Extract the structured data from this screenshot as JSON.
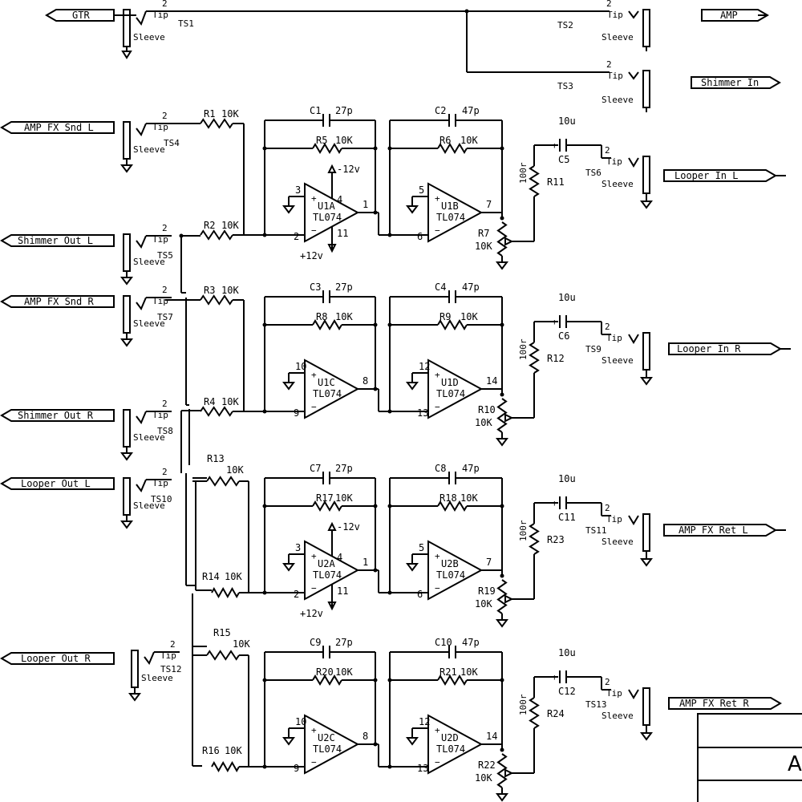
{
  "ports": {
    "gtr": "GTR",
    "amp": "AMP",
    "shimmer_in": "Shimmer In",
    "amp_fx_snd_l": "AMP FX Snd L",
    "shimmer_out_l": "Shimmer Out L",
    "amp_fx_snd_r": "AMP FX Snd R",
    "shimmer_out_r": "Shimmer Out R",
    "looper_out_l": "Looper Out L",
    "looper_out_r": "Looper Out R",
    "looper_in_l": "Looper In L",
    "looper_in_r": "Looper In R",
    "amp_fx_ret_l": "AMP FX Ret L",
    "amp_fx_ret_r": "AMP FX Ret R"
  },
  "jack": {
    "tip": "Tip",
    "sleeve": "Sleeve",
    "pin": "2"
  },
  "jacks": [
    "TS1",
    "TS2",
    "TS3",
    "TS4",
    "TS5",
    "TS6",
    "TS7",
    "TS8",
    "TS9",
    "TS10",
    "TS11",
    "TS12",
    "TS13"
  ],
  "stages": [
    {
      "r_in1": "R1",
      "r_in1_val": "10K",
      "r_in2": "R2",
      "r_in2_val": "10K",
      "c_a": "C1",
      "c_a_val": "27p",
      "r_fa": "R5",
      "r_fa_val": "10K",
      "c_b": "C2",
      "c_b_val": "47p",
      "r_fb": "R6",
      "r_fb_val": "10K",
      "op_a": "U1A",
      "op_b": "U1B",
      "part": "TL074",
      "a_plus": "3",
      "a_minus": "2",
      "a_out": "1",
      "b_plus": "5",
      "b_minus": "6",
      "b_out": "7",
      "pot": "R7",
      "pot_val": "10K",
      "r_out": "R11",
      "r_out_val": "100r",
      "cap": "C5",
      "cap_val": "10u",
      "vneg": "-12v",
      "vpos": "+12v",
      "pin_vneg": "4",
      "pin_vpos": "11"
    },
    {
      "r_in1": "R3",
      "r_in1_val": "10K",
      "r_in2": "R4",
      "r_in2_val": "10K",
      "c_a": "C3",
      "c_a_val": "27p",
      "r_fa": "R8",
      "r_fa_val": "10K",
      "c_b": "C4",
      "c_b_val": "47p",
      "r_fb": "R9",
      "r_fb_val": "10K",
      "op_a": "U1C",
      "op_b": "U1D",
      "part": "TL074",
      "a_plus": "10",
      "a_minus": "9",
      "a_out": "8",
      "b_plus": "12",
      "b_minus": "13",
      "b_out": "14",
      "pot": "R10",
      "pot_val": "10K",
      "r_out": "R12",
      "r_out_val": "100r",
      "cap": "C6",
      "cap_val": "10u"
    },
    {
      "r_in1": "R13",
      "r_in1_val": "10K",
      "r_in2": "R14",
      "r_in2_val": "10K",
      "c_a": "C7",
      "c_a_val": "27p",
      "r_fa": "R17",
      "r_fa_val": "10K",
      "c_b": "C8",
      "c_b_val": "47p",
      "r_fb": "R18",
      "r_fb_val": "10K",
      "op_a": "U2A",
      "op_b": "U2B",
      "part": "TL074",
      "a_plus": "3",
      "a_minus": "2",
      "a_out": "1",
      "b_plus": "5",
      "b_minus": "6",
      "b_out": "7",
      "pot": "R19",
      "pot_val": "10K",
      "r_out": "R23",
      "r_out_val": "100r",
      "cap": "C11",
      "cap_val": "10u",
      "vneg": "-12v",
      "vpos": "+12v",
      "pin_vneg": "4",
      "pin_vpos": "11"
    },
    {
      "r_in1": "R15",
      "r_in1_val": "10K",
      "r_in2": "R16",
      "r_in2_val": "10K",
      "c_a": "C9",
      "c_a_val": "27p",
      "r_fa": "R20",
      "r_fa_val": "10K",
      "c_b": "C10",
      "c_b_val": "47p",
      "r_fb": "R21",
      "r_fb_val": "10K",
      "op_a": "U2C",
      "op_b": "U2D",
      "part": "TL074",
      "a_plus": "10",
      "a_minus": "9",
      "a_out": "8",
      "b_plus": "12",
      "b_minus": "13",
      "b_out": "14",
      "pot": "R22",
      "pot_val": "10K",
      "r_out": "R24",
      "r_out_val": "100r",
      "cap": "C12",
      "cap_val": "10u"
    }
  ],
  "title_block": {
    "letter": "A"
  }
}
